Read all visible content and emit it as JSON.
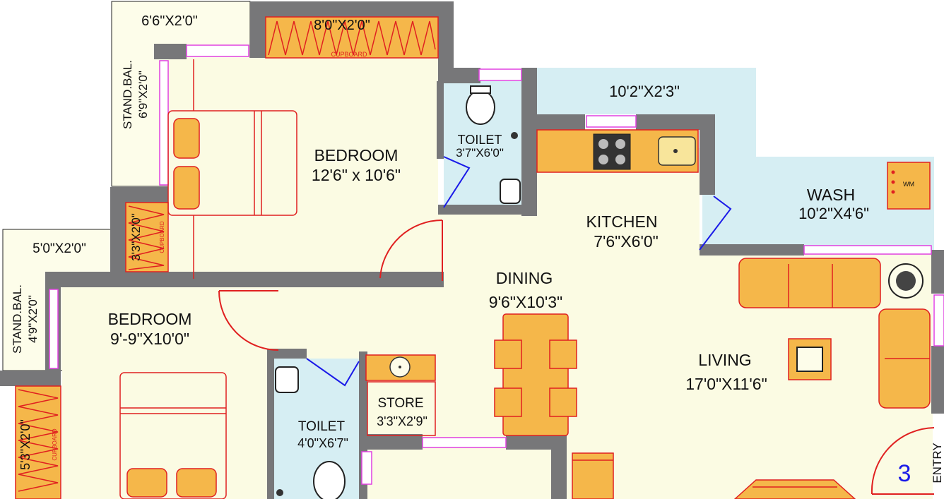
{
  "rooms": {
    "bedroom_master": {
      "name": "BEDROOM",
      "size": "12'6\" x 10'6\""
    },
    "bedroom_2": {
      "name": "BEDROOM",
      "size": "9'-9\"X10'0\""
    },
    "toilet_1": {
      "name": "TOILET",
      "size": "3'7\"X6'0\""
    },
    "toilet_2": {
      "name": "TOILET",
      "size": "4'0\"X6'7\""
    },
    "kitchen": {
      "name": "KITCHEN",
      "size": "7'6\"X6'0\""
    },
    "dining": {
      "name": "DINING",
      "size": "9'6\"X10'3\""
    },
    "living": {
      "name": "LIVING",
      "size": "17'0\"X11'6\""
    },
    "wash": {
      "name": "WASH",
      "size": "10'2\"X4'6\""
    },
    "store": {
      "name": "STORE",
      "size": "3'3\"X2'9\""
    }
  },
  "balconies": {
    "top_balcony_size": "6'6\"X2'0\"",
    "stand_bal_1": {
      "name": "STAND.BAL.",
      "size": "6'9\"X2'0\""
    },
    "left_balcony_size": "5'0\"X2'0\"",
    "stand_bal_2": {
      "name": "STAND.BAL.",
      "size": "4'9\"X2'0\""
    },
    "kitchen_ledge_size": "10'2\"X2'3\""
  },
  "cupboards": {
    "top_size": "8'0\"X2'0\"",
    "top_label": "CUPBOARD",
    "mid_size": "3'3\"X2'0\"",
    "mid_label": "CUPBOARD",
    "bottom_size": "5'3\"X2'0\"",
    "bottom_label": "CUPBOARD"
  },
  "fixtures": {
    "wm_label": "WM"
  },
  "entry": {
    "label": "ENTRY",
    "unit_number": "3"
  }
}
